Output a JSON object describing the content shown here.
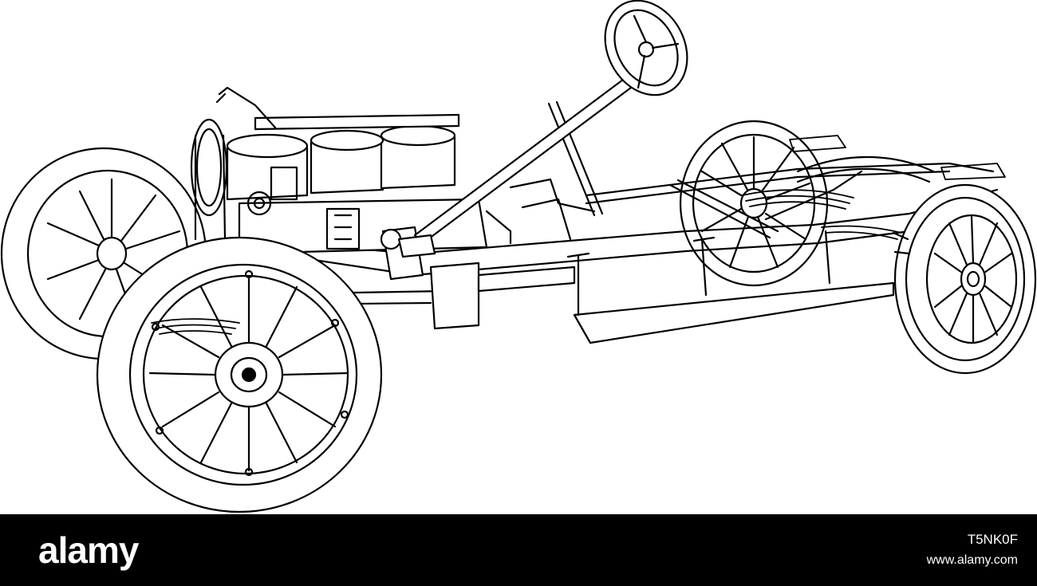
{
  "illustration": {
    "subject": "vintage car chassis line engraving",
    "background_color": "#ffffff",
    "ink_color": "#000000"
  },
  "footer": {
    "background_color": "#000000",
    "logo_text": "alamy",
    "image_id": "T5NK0F",
    "site_url": "www.alamy.com"
  }
}
